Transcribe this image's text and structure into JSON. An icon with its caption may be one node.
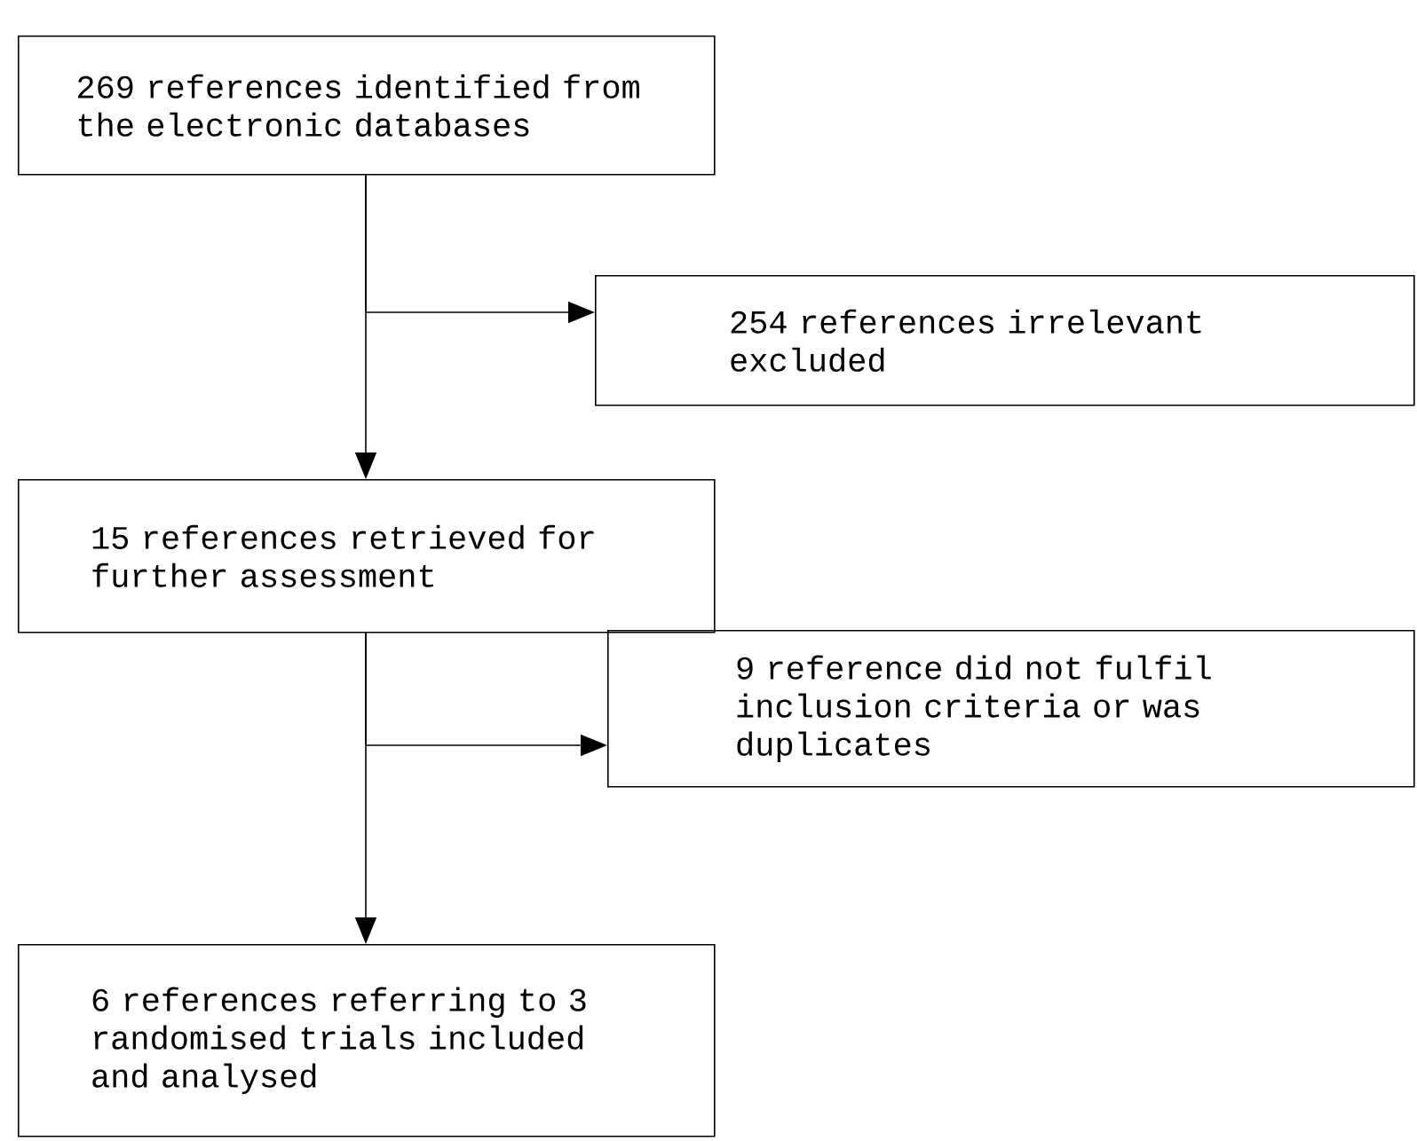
{
  "diagram": {
    "nodes": [
      {
        "text": [
          "269 references identified from the electronic databases"
        ]
      },
      {
        "text": [
          "254 references irrelevant excluded"
        ]
      },
      {
        "text": [
          "15 references retrieved for further assessment"
        ]
      },
      {
        "text": [
          "9 reference did not fulfil inclusion criteria or was duplicates"
        ]
      },
      {
        "text": [
          "6 references referring to 3 randomised trials included and analysed"
        ]
      }
    ],
    "edges": [
      {
        "from": 0,
        "to": 2,
        "arrow": "to"
      },
      {
        "from": 0,
        "to": 1,
        "arrow": "to"
      },
      {
        "from": 2,
        "to": 4,
        "arrow": "to"
      },
      {
        "from": 2,
        "to": 3,
        "arrow": "to"
      }
    ]
  }
}
